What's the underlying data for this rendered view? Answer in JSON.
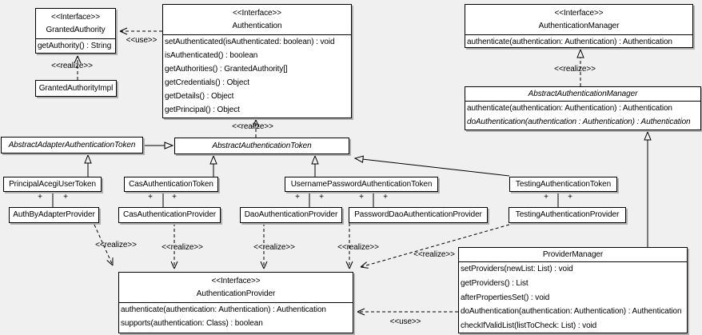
{
  "diagram": {
    "background_color": "#f0f0f0",
    "box_fill_color": "#ffffff",
    "line_color": "#000000",
    "shadow_color": "#b0b0b0"
  },
  "labels": {
    "interface_stereotype": "<<Interface>>",
    "realize": "<<realize>>",
    "use": "<<use>>",
    "plus": "+"
  },
  "classes": {
    "granted_authority": {
      "stereotype": "<<Interface>>",
      "name": "GrantedAuthority",
      "methods": [
        "getAuthority() : String"
      ]
    },
    "granted_authority_impl": {
      "name": "GrantedAuthorityImpl"
    },
    "authentication": {
      "stereotype": "<<Interface>>",
      "name": "Authentication",
      "methods": [
        "setAuthenticated(isAuthenticated: boolean) : void",
        "isAuthenticated() : boolean",
        "getAuthorities() : GrantedAuthority[]",
        "getCredentials() : Object",
        "getDetails() : Object",
        "getPrincipal() : Object"
      ]
    },
    "authentication_manager": {
      "stereotype": "<<Interface>>",
      "name": "AuthenticationManager",
      "methods": [
        "authenticate(authentication: Authentication) : Authentication"
      ]
    },
    "abstract_authentication_manager": {
      "name": "AbstractAuthenticationManager",
      "methods": [
        "authenticate(authentication: Authentication) : Authentication",
        "doAuthentication(authentication : Authentication) : Authentication"
      ]
    },
    "abstract_adapter_authentication_token": {
      "name": "AbstractAdapterAuthenticationToken"
    },
    "abstract_authentication_token": {
      "name": "AbstractAuthenticationToken"
    },
    "principal_acegi_user_token": {
      "name": "PrincipalAcegiUserToken"
    },
    "cas_authentication_token": {
      "name": "CasAuthenticationToken"
    },
    "username_password_authentication_token": {
      "name": "UsernamePasswordAuthenticationToken"
    },
    "testing_authentication_token": {
      "name": "TestingAuthenticationToken"
    },
    "auth_by_adapter_provider": {
      "name": "AuthByAdapterProvider"
    },
    "cas_authentication_provider": {
      "name": "CasAuthenticationProvider"
    },
    "dao_authentication_provider": {
      "name": "DaoAuthenticationProvider"
    },
    "password_dao_authentication_provider": {
      "name": "PasswordDaoAuthenticationProvider"
    },
    "testing_authentication_provider": {
      "name": "TestingAuthenticationProvider"
    },
    "authentication_provider": {
      "stereotype": "<<Interface>>",
      "name": "AuthenticationProvider",
      "methods": [
        "authenticate(authentication: Authentication) : Authentication",
        "supports(authentication: Class) : boolean"
      ]
    },
    "provider_manager": {
      "name": "ProviderManager",
      "methods": [
        "setProviders(newList: List) : void",
        "getProviders() : List",
        "afterPropertiesSet() : void",
        "doAuthentication(authentication: Authentication) : Authentication",
        "checkIfValidList(listToCheck: List) : void"
      ]
    }
  },
  "relationships": [
    {
      "from": "Authentication",
      "to": "GrantedAuthority",
      "type": "use"
    },
    {
      "from": "GrantedAuthorityImpl",
      "to": "GrantedAuthority",
      "type": "realize"
    },
    {
      "from": "AbstractAuthenticationToken",
      "to": "Authentication",
      "type": "realize"
    },
    {
      "from": "AbstractAdapterAuthenticationToken",
      "to": "AbstractAuthenticationToken",
      "type": "generalization"
    },
    {
      "from": "PrincipalAcegiUserToken",
      "to": "AbstractAdapterAuthenticationToken",
      "type": "generalization"
    },
    {
      "from": "CasAuthenticationToken",
      "to": "AbstractAuthenticationToken",
      "type": "generalization"
    },
    {
      "from": "UsernamePasswordAuthenticationToken",
      "to": "AbstractAuthenticationToken",
      "type": "generalization"
    },
    {
      "from": "TestingAuthenticationToken",
      "to": "AbstractAuthenticationToken",
      "type": "generalization"
    },
    {
      "from": "PrincipalAcegiUserToken",
      "to": "AuthByAdapterProvider",
      "type": "association",
      "end_labels": [
        "+",
        "+"
      ]
    },
    {
      "from": "CasAuthenticationToken",
      "to": "CasAuthenticationProvider",
      "type": "association",
      "end_labels": [
        "+",
        "+"
      ]
    },
    {
      "from": "UsernamePasswordAuthenticationToken",
      "to": "DaoAuthenticationProvider",
      "type": "association",
      "end_labels": [
        "+",
        "+"
      ]
    },
    {
      "from": "UsernamePasswordAuthenticationToken",
      "to": "PasswordDaoAuthenticationProvider",
      "type": "association",
      "end_labels": [
        "+",
        "+"
      ]
    },
    {
      "from": "TestingAuthenticationToken",
      "to": "TestingAuthenticationProvider",
      "type": "association",
      "end_labels": [
        "+",
        "+"
      ]
    },
    {
      "from": "AuthByAdapterProvider",
      "to": "AuthenticationProvider",
      "type": "realize"
    },
    {
      "from": "CasAuthenticationProvider",
      "to": "AuthenticationProvider",
      "type": "realize"
    },
    {
      "from": "DaoAuthenticationProvider",
      "to": "AuthenticationProvider",
      "type": "realize"
    },
    {
      "from": "PasswordDaoAuthenticationProvider",
      "to": "AuthenticationProvider",
      "type": "realize"
    },
    {
      "from": "TestingAuthenticationProvider",
      "to": "AuthenticationProvider",
      "type": "realize"
    },
    {
      "from": "AbstractAuthenticationManager",
      "to": "AuthenticationManager",
      "type": "realize"
    },
    {
      "from": "ProviderManager",
      "to": "AbstractAuthenticationManager",
      "type": "generalization"
    },
    {
      "from": "ProviderManager",
      "to": "AuthenticationProvider",
      "type": "use"
    }
  ]
}
